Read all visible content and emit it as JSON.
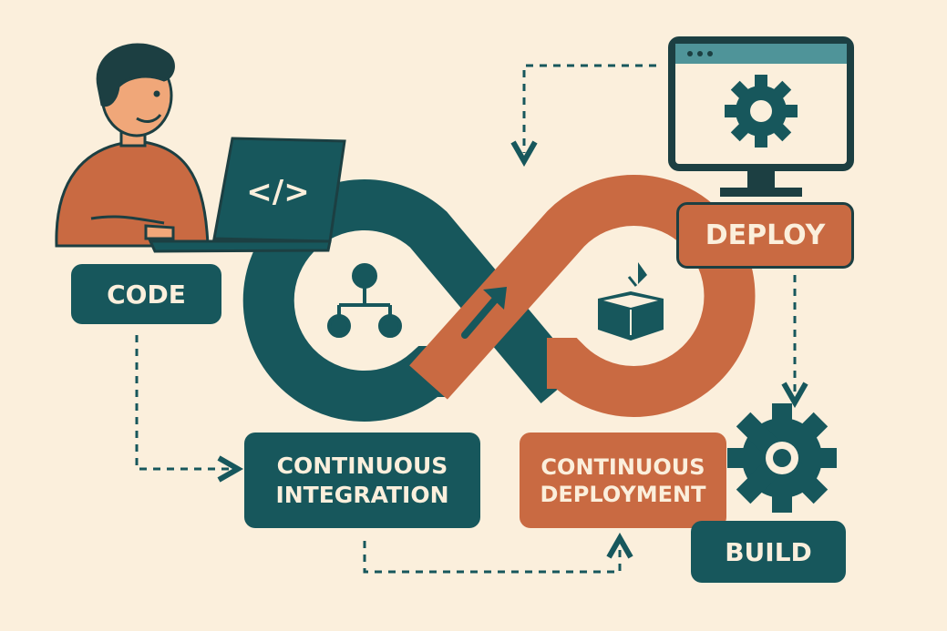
{
  "colors": {
    "teal": "#17575c",
    "orange": "#c96a42",
    "background": "#fbefdc",
    "skin": "#f0a779"
  },
  "labels": {
    "code": "CODE",
    "deploy": "DEPLOY",
    "ci_line1": "CONTINUOUS",
    "ci_line2": "INTEGRATION",
    "cd_line1": "CONTINUOUS",
    "cd_line2": "DEPLOYMENT",
    "build": "BUILD",
    "laptop_code": "</>"
  },
  "icons": [
    "developer-person",
    "laptop-code-icon",
    "monitor-gear-icon",
    "hierarchy-icon",
    "box-download-icon",
    "arrow-up-right-icon",
    "gear-icon",
    "infinity-loop"
  ]
}
